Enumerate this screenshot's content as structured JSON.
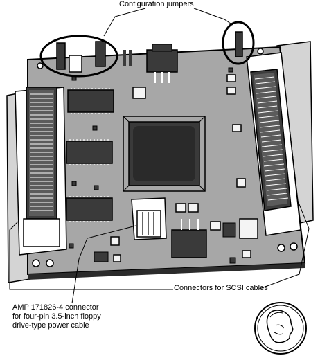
{
  "callouts": {
    "jumpers": "Configuration jumpers",
    "scsi": "Connectors for SCSI cables",
    "amp": [
      "AMP 171826-4 connector",
      "for four-pin 3.5-inch floppy",
      "drive-type power cable"
    ]
  },
  "colors": {
    "board": "#a7a7a7",
    "board_edge": "#2b2b2b",
    "chip": "#3a3a3a",
    "connector": "#4a4a4a",
    "component_light": "#f4f4f4",
    "background": "#ffffff"
  },
  "icons": {
    "dime": "dime-coin-icon"
  }
}
